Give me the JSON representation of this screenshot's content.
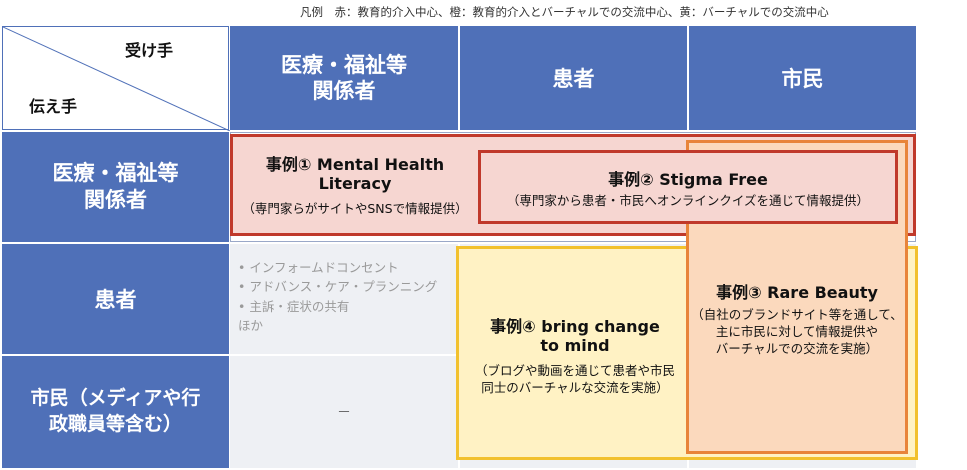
{
  "legend": "凡例　赤：教育的介入中心、橙：教育的介入とバーチャルでの交流中心、黄：バーチャルでの交流中心",
  "header": {
    "receiver_label": "受け手",
    "sender_label": "伝え手",
    "columns": [
      "医療・福祉等\n関係者",
      "患者",
      "市民"
    ]
  },
  "rows": [
    "医療・福祉等\n関係者",
    "患者",
    "市民（メディアや行\n政職員等含む）"
  ],
  "cases": {
    "case1": {
      "title": "事例① Mental Health\nLiteracy",
      "desc": "（専門家らがサイトやSNSで情報提供）"
    },
    "case2": {
      "title": "事例② Stigma Free",
      "desc": "（専門家から患者・市民へオンラインクイズを通じて情報提供）"
    },
    "case3": {
      "title": "事例③ Rare Beauty",
      "desc": "（自社のブランドサイト等を通して、\n主に市民に対して情報提供や\nバーチャルでの交流を実施）"
    },
    "case4": {
      "title": "事例④ bring change\nto mind",
      "desc": "（ブログや動画を通じて患者や市民\n同士のバーチャルな交流を実施）"
    }
  },
  "patient_row_items": [
    "インフォームドコンセント",
    "アドバンス・ケア・プランニング",
    "主訴・症状の共有",
    "ほか"
  ],
  "citizen_row_placeholder": "－",
  "colors": {
    "header_blue": "#4f70b8",
    "red_border": "#c0392b",
    "red_fill": "#f6d6d1",
    "orange_border": "#e8843a",
    "orange_fill": "#fbd9bd",
    "yellow_border": "#f2c12e",
    "yellow_fill": "#fff2c4"
  }
}
